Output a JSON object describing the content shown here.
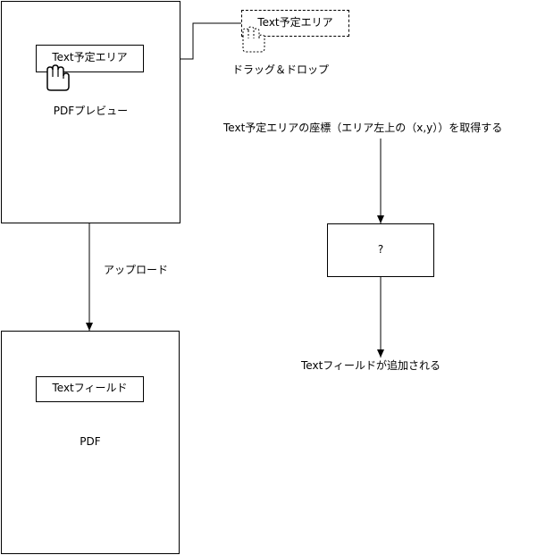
{
  "preview_panel": {
    "label": "PDFプレビュー",
    "area_label": "Text予定エリア"
  },
  "drag_source": {
    "label": "Text予定エリア",
    "caption": "ドラッグ＆ドロップ"
  },
  "upload_label": "アップロード",
  "pdf_panel": {
    "label": "PDF",
    "field_label": "Textフィールド"
  },
  "flow": {
    "step1": "Text予定エリアの座標（エリア左上の（x,y））を取得する",
    "step2": "?",
    "step3": "Textフィールドが追加される"
  },
  "icons": [
    "hand-cursor-icon",
    "hand-cursor-dashed-icon"
  ]
}
